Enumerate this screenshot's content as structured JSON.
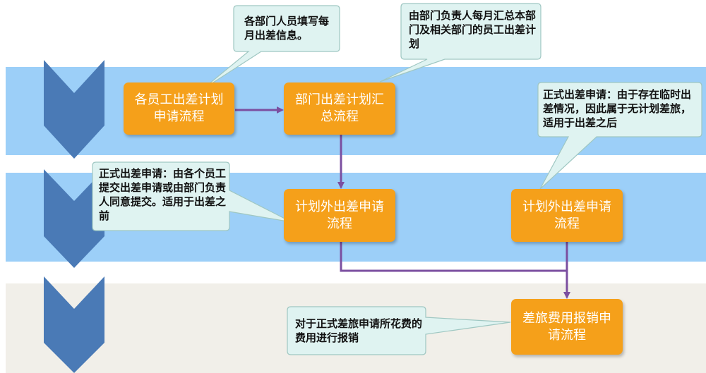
{
  "colors": {
    "band_blue": "#9ccff8",
    "band_beige": "#f1efe9",
    "box_orange": "#f5a01a",
    "arrow_purple": "#7b4fa0",
    "callout_fill": "#dff3f1",
    "chevron": "#4a7ab6"
  },
  "boxes": {
    "b1": "各员工出差计划申请流程",
    "b2": "部门出差计划汇总流程",
    "b3": "计划外出差申请流程",
    "b4": "计划外出差申请流程",
    "b5": "差旅费用报销申请流程"
  },
  "callouts": {
    "c1": "各部门人员填写每月出差信息。",
    "c2": "由部门负责人每月汇总本部门及相关部门的员工出差计划",
    "c3": "正式出差申请：由于存在临时出差情况，因此属于无计划差旅，适用于出差之后",
    "c4": "正式出差申请：由各个员工提交出差申请或由部门负责人同意提交。适用于出差之前",
    "c5": "对于正式差旅申请所花费的费用进行报销"
  }
}
